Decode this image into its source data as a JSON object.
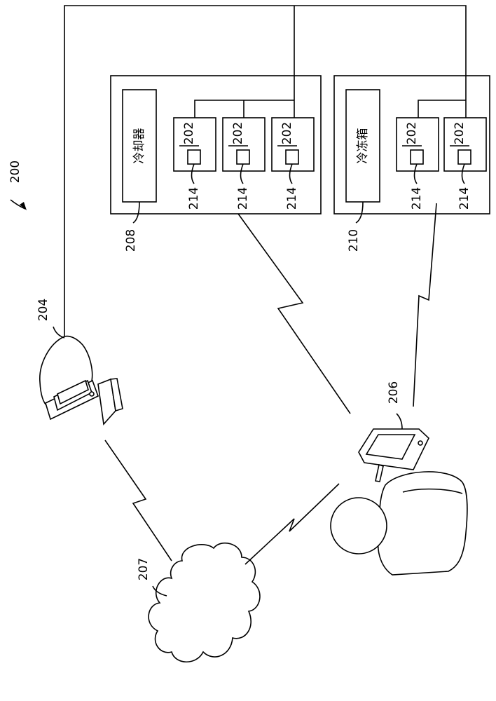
{
  "figure": {
    "ref_system": "200",
    "ref_computer": "204",
    "ref_network": "207",
    "ref_handheld": "206",
    "ref_cooler": "208",
    "ref_freezer": "210"
  },
  "cooler": {
    "label": "冷却器",
    "compartment_label": "202",
    "sensor_label": "214",
    "compartment_count": 3
  },
  "freezer": {
    "label": "冷冻箱",
    "compartment_label": "202",
    "sensor_label": "214",
    "compartment_count": 2
  }
}
